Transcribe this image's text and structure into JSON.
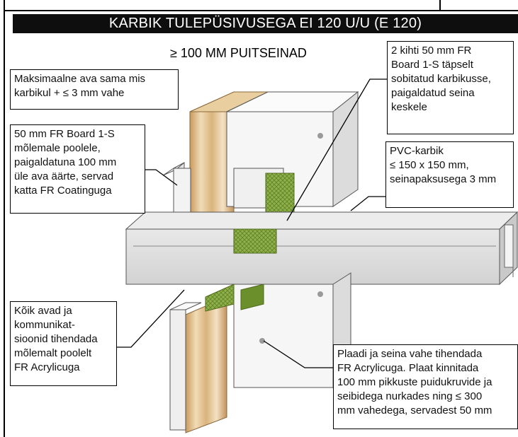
{
  "title": "KARBIK TULEPÜSIVUSEGA EI 120 U/U (E 120)",
  "subtitle": "≥ 100 MM PUITSEINAD",
  "callouts": {
    "max_opening": "Maksimaalne ava sama mis\nkarbikul + ≤ 3 mm vahe",
    "board_both_sides": "50 mm FR Board 1-S\nmõlemale poolele,\npaigaldatuna 100 mm\nüle ava äärte, servad\nkatta FR Coatinguga",
    "two_layers": "2 kihti 50 mm FR\nBoard 1-S täpselt\nsobitatud karbikusse,\npaigaldatud seina\nkeskele",
    "pvc_trunking": "PVC-karbik\n≤ 150 x 150 mm,\nseinapaksusega 3 mm",
    "seal_openings": "Kõik avad ja\nkommunikat-\nsioonid tihendada\nmõlemalt poolelt\nFR Acrylicuga",
    "board_wall_gap": "Plaadi ja seina vahe tihendada\nFR Acrylicuga. Plaat kinnitada\n100 mm pikkuste puidukruvide ja\nseibidega nurkades ning ≤ 300\nmm vahedega, servadest 50 mm"
  },
  "colors": {
    "title_bg": "#0e0e0e",
    "wood": "#e6c79a",
    "fr_board": "#f4f4f4",
    "coating_green": "#7ea13a",
    "pvc": "#dedede"
  }
}
